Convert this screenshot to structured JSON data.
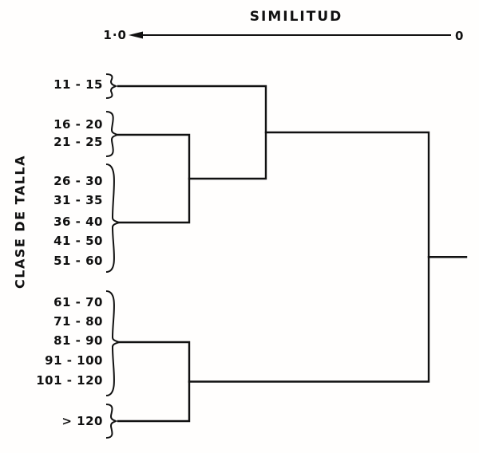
{
  "figure": {
    "title": "SIMILITUD",
    "y_axis_label": "CLASE DE TALLA",
    "colors": {
      "ink": "#111111",
      "background": "#fffefd"
    }
  },
  "chart_data": {
    "type": "dendrogram",
    "title": "SIMILITUD",
    "xlabel": "SIMILITUD",
    "ylabel": "CLASE DE TALLA",
    "axis": {
      "min": 0,
      "max": 1.0,
      "tick_labels": [
        "1·0",
        "0"
      ],
      "orientation": "horizontal",
      "direction": "similarity 1.0 at left, 0 at right; axis arrow points left",
      "grid": false
    },
    "leaves": [
      "11 - 15",
      "16 - 20",
      "21 - 25",
      "26 - 30",
      "31 - 35",
      "36 - 40",
      "41 - 50",
      "51 - 60",
      "61 - 70",
      "71 - 80",
      "81 - 90",
      "91 - 100",
      "101 - 120",
      "> 120"
    ],
    "clusters": [
      {
        "labels": [
          "11 - 15"
        ]
      },
      {
        "labels": [
          "16 - 20",
          "21 - 25"
        ]
      },
      {
        "labels": [
          "26 - 30",
          "31 - 35",
          "36 - 40",
          "41 - 50",
          "51 - 60"
        ]
      },
      {
        "labels": [
          "61 - 70",
          "71 - 80",
          "81 - 90",
          "91 - 100",
          "101 - 120"
        ]
      },
      {
        "labels": [
          "> 120"
        ]
      }
    ],
    "merges": [
      {
        "join": [
          "cluster-1",
          "cluster-2"
        ],
        "similarity": 0.82,
        "description": "16-25 group joins 26-60 group"
      },
      {
        "join": [
          "cluster-0",
          "merge-0"
        ],
        "similarity": 0.58,
        "description": "11-15 joins 16-60 cluster"
      },
      {
        "join": [
          "cluster-3",
          "cluster-4"
        ],
        "similarity": 0.82,
        "description": "61-120 group joins >120"
      },
      {
        "join": [
          "merge-1",
          "merge-2"
        ],
        "similarity": 0.07,
        "description": "root: upper cluster joins lower cluster"
      }
    ]
  }
}
